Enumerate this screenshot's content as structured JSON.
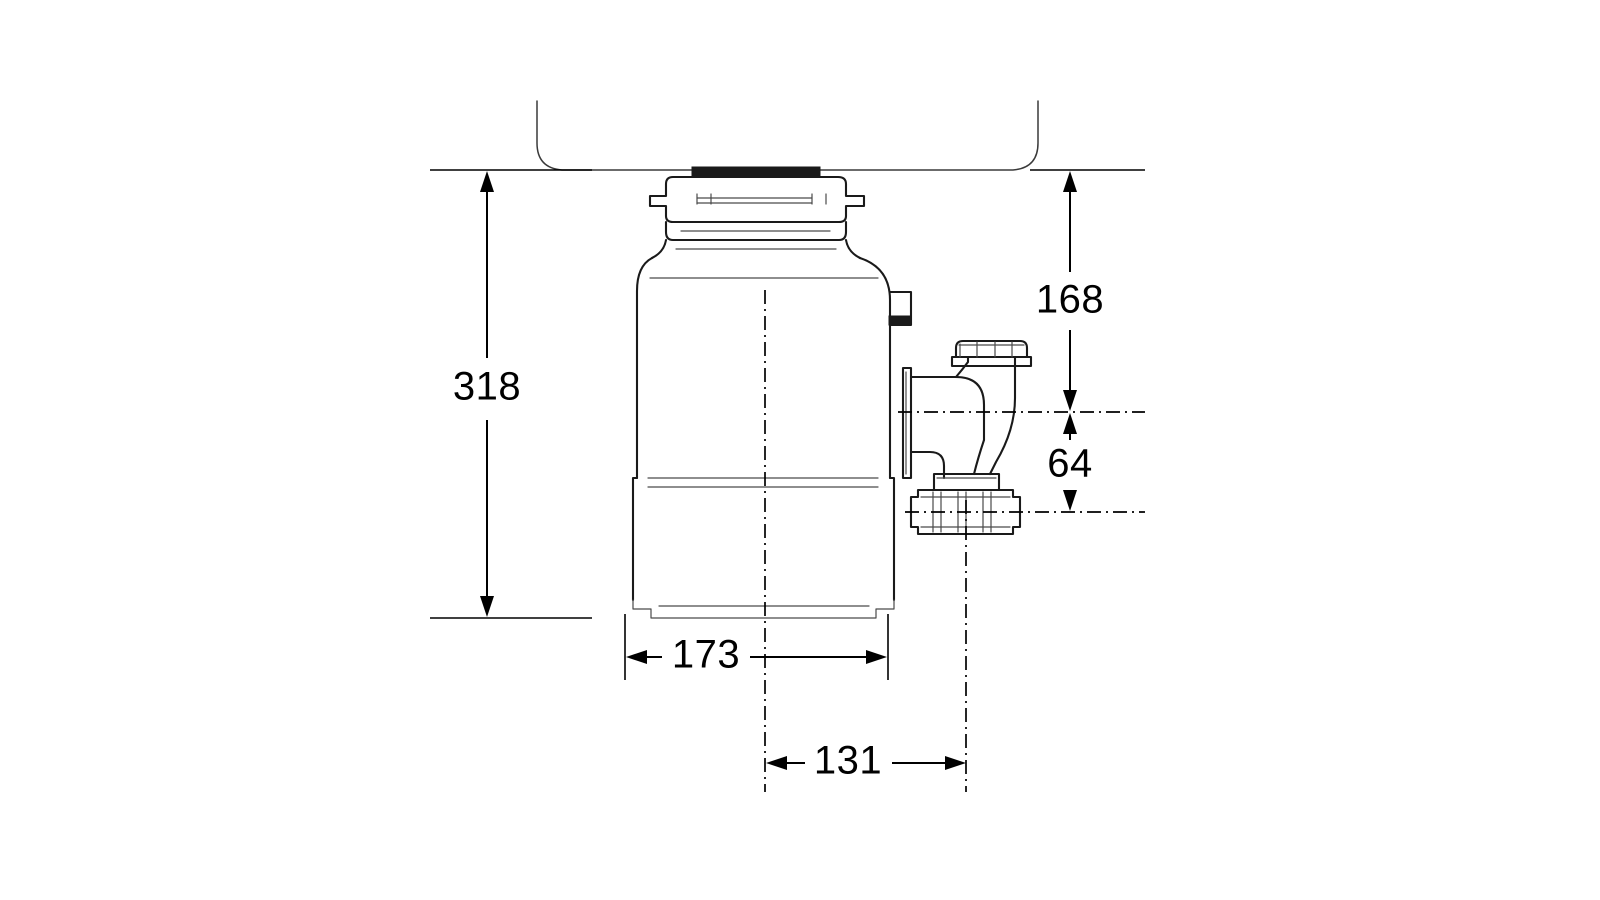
{
  "drawing": {
    "type": "mechanical-dimension-drawing",
    "subject": "garbage-disposal-under-sink-side-elevation",
    "units": "mm",
    "background_color": "#ffffff",
    "line_color": "#1a1a1a",
    "text_color": "#000000"
  },
  "dimensions": {
    "overall_height": {
      "label": "318",
      "orientation": "vertical",
      "position": "left",
      "from": "sink-underside",
      "to": "disposer-bottom"
    },
    "body_width": {
      "label": "173",
      "orientation": "horizontal",
      "position": "bottom-left",
      "from": "body-left-edge",
      "to": "body-right-edge"
    },
    "centerline_to_outlet": {
      "label": "131",
      "orientation": "horizontal",
      "position": "bottom-right",
      "from": "body-centerline",
      "to": "discharge-outlet-centerline"
    },
    "sink_to_discharge": {
      "label": "168",
      "orientation": "vertical",
      "position": "right",
      "from": "sink-underside",
      "to": "discharge-centerline"
    },
    "discharge_to_outlet": {
      "label": "64",
      "orientation": "vertical",
      "position": "right",
      "from": "discharge-centerline",
      "to": "outlet-centerline"
    }
  },
  "components": {
    "sink_basin": "sink-basin-outline",
    "gasket": "mounting-gasket",
    "mount_collar": "sink-mount-collar",
    "grinding_chamber": "grinding-chamber-body",
    "motor_housing": "motor-housing-lower-shell",
    "base_skirt": "base-skirt",
    "electrical_tab": "electrical-connector-tab",
    "discharge_flange": "discharge-flange-plate",
    "discharge_elbow": "discharge-elbow",
    "dishwasher_inlet_cap": "dishwasher-inlet-cap",
    "outlet_nut": "discharge-outlet-nut"
  }
}
